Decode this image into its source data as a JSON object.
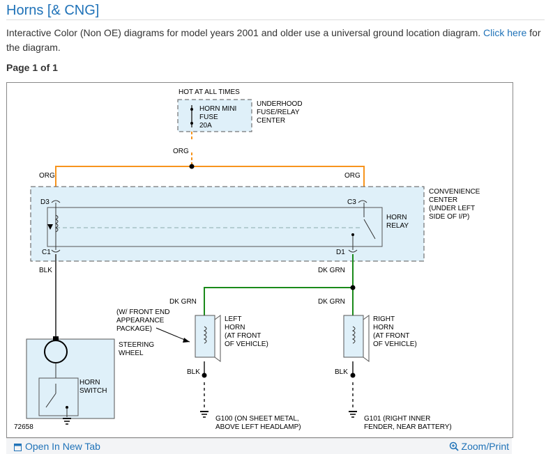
{
  "page": {
    "title": "Horns [& CNG]",
    "intro_text": "Interactive Color (Non OE) diagrams for model years 2001 and older use a universal ground location diagram. ",
    "intro_link": "Click here",
    "intro_suffix": " for the diagram.",
    "page_info": "Page 1 of 1"
  },
  "diagram": {
    "hot_at_all_times": "HOT AT ALL TIMES",
    "fuse": [
      "HORN MINI",
      "FUSE",
      "20A"
    ],
    "fuse_center": [
      "UNDERHOOD",
      "FUSE/RELAY",
      "CENTER"
    ],
    "wire_org": "ORG",
    "wire_org_left": "ORG",
    "wire_org_right": "ORG",
    "convenience_center": [
      "CONVENIENCE",
      "CENTER",
      "(UNDER LEFT",
      "SIDE OF I/P)"
    ],
    "pin_d3": "D3",
    "pin_c3": "C3",
    "pin_c1": "C1",
    "pin_d1": "D1",
    "horn_relay": [
      "HORN",
      "RELAY"
    ],
    "wire_blk_relay": "BLK",
    "wire_dkgrn_main": "DK GRN",
    "wire_dkgrn_left": "DK GRN",
    "wire_dkgrn_right": "DK GRN",
    "front_end_note": [
      "(W/ FRONT END",
      "APPEARANCE",
      "PACKAGE)"
    ],
    "left_horn": [
      "LEFT",
      "HORN",
      "(AT FRONT",
      "OF VEHICLE)"
    ],
    "right_horn": [
      "RIGHT",
      "HORN",
      "(AT FRONT",
      "OF VEHICLE)"
    ],
    "steering_wheel": [
      "STEERING",
      "WHEEL"
    ],
    "horn_switch": [
      "HORN",
      "SWITCH"
    ],
    "wire_blk_left": "BLK",
    "wire_blk_right": "BLK",
    "g100": [
      "G100  (ON SHEET METAL,",
      "ABOVE LEFT HEADLAMP)"
    ],
    "g101": [
      "G101  (RIGHT INNER",
      "FENDER, NEAR BATTERY)"
    ],
    "diagram_number": "72658"
  },
  "colors": {
    "org_wire": "#f7941d",
    "grn_wire": "#1a8a1a",
    "blk_wire": "#555555",
    "component_fill": "#dff0f9",
    "link": "#1f72b8"
  },
  "footer": {
    "open_new_tab": "Open In New Tab",
    "zoom_print": "Zoom/Print"
  }
}
